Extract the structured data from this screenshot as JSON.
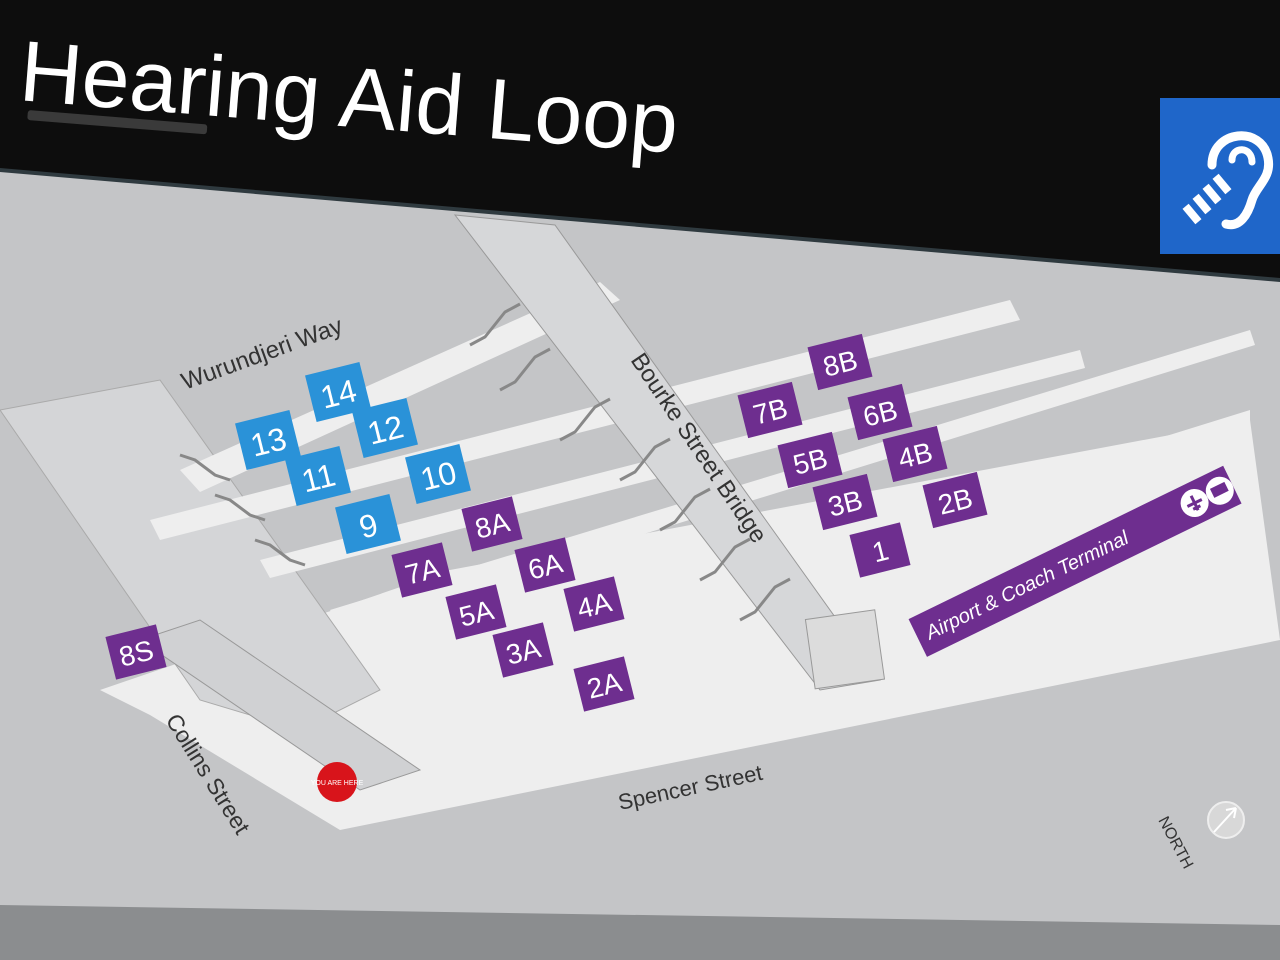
{
  "sign": {
    "title": "Hearing Aid Loop",
    "icon": "hearing-loop-ear-icon",
    "colors": {
      "header": "#0d0d0d",
      "panel": "#c8c9cb",
      "concourse": "#eeeeee",
      "blue_platform": "#2a92d8",
      "purple_platform": "#6e2e8f",
      "icon_bg": "#1f66c9",
      "you_are_here": "#d8141b"
    }
  },
  "map": {
    "streets": {
      "wurundjeri": "Wurundjeri Way",
      "bourke": "Bourke Street Bridge",
      "collins": "Collins Street",
      "spencer": "Spencer Street"
    },
    "you_are_here": "YOU ARE HERE",
    "north": "NORTH",
    "terminal": {
      "label": "Airport & Coach Terminal",
      "icons": [
        "airplane-icon",
        "bus-icon"
      ]
    },
    "blue_platforms": [
      "13",
      "14",
      "11",
      "12",
      "9",
      "10"
    ],
    "purple_platforms": [
      "7B",
      "8B",
      "5B",
      "6B",
      "3B",
      "4B",
      "1",
      "2B",
      "7A",
      "8A",
      "5A",
      "6A",
      "3A",
      "4A",
      "2A",
      "8S"
    ]
  }
}
